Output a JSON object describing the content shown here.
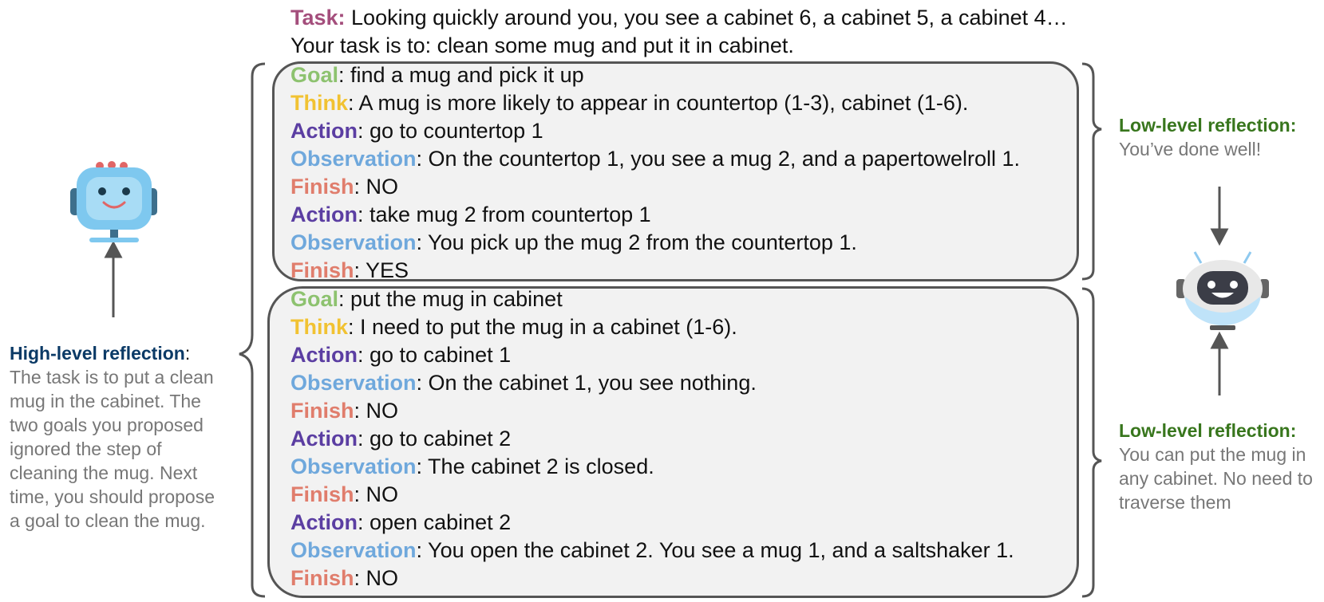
{
  "task": {
    "label": "Task:",
    "text": " Looking quickly around you, you see a cabinet 6, a cabinet 5, a cabinet 4… Your task is to: clean some mug and put it in cabinet."
  },
  "goal1": [
    {
      "key": "Goal",
      "text": ": find a mug and pick it up",
      "color": "#8dc26f"
    },
    {
      "key": "Think",
      "text": ": A mug is more likely to appear in countertop (1-3), cabinet (1-6).",
      "color": "#f1c232"
    },
    {
      "key": "Action",
      "text": ": go to countertop 1",
      "color": "#5b3ea2"
    },
    {
      "key": "Observation",
      "text": ": On the countertop 1, you see a mug 2, and a papertowelroll 1.",
      "color": "#6fa8dc"
    },
    {
      "key": "Finish",
      "text": ": NO",
      "color": "#e07d6c"
    },
    {
      "key": "Action",
      "text": ": take mug 2 from countertop 1",
      "color": "#5b3ea2"
    },
    {
      "key": "Observation",
      "text": ": You pick up the mug 2 from the countertop 1.",
      "color": "#6fa8dc"
    },
    {
      "key": "Finish",
      "text": ": YES",
      "color": "#e07d6c"
    }
  ],
  "goal2": [
    {
      "key": "Goal",
      "text": ": put the mug in cabinet",
      "color": "#8dc26f"
    },
    {
      "key": "Think",
      "text": ": I need to put the mug in a cabinet (1-6).",
      "color": "#f1c232"
    },
    {
      "key": "Action",
      "text": ": go to cabinet 1",
      "color": "#5b3ea2"
    },
    {
      "key": "Observation",
      "text": ": On the cabinet 1, you see nothing.",
      "color": "#6fa8dc"
    },
    {
      "key": "Finish",
      "text": ": NO",
      "color": "#e07d6c"
    },
    {
      "key": "Action",
      "text": ": go to cabinet 2",
      "color": "#5b3ea2"
    },
    {
      "key": "Observation",
      "text": ": The cabinet 2 is closed.",
      "color": "#6fa8dc"
    },
    {
      "key": "Finish",
      "text": ": NO",
      "color": "#e07d6c"
    },
    {
      "key": "Action",
      "text": ": open cabinet 2",
      "color": "#5b3ea2"
    },
    {
      "key": "Observation",
      "text": ": You open the cabinet 2. You see a mug 1, and a saltshaker 1.",
      "color": "#6fa8dc"
    },
    {
      "key": "Finish",
      "text": ": NO",
      "color": "#e07d6c"
    }
  ],
  "high_level": {
    "title": "High-level reflection",
    "colon": ":",
    "text": "The task is to put a clean mug in the cabinet. The two goals you proposed ignored the step of cleaning the mug. Next time, you should propose a goal to clean the mug."
  },
  "low_level_1": {
    "title": "Low-level reflection:",
    "text": "You’ve done well!"
  },
  "low_level_2": {
    "title": "Low-level reflection:",
    "text": "You can put the mug in any cabinet. No need to traverse them"
  },
  "icons": {
    "left_robot": "cute-robot-icon",
    "right_robot": "round-robot-icon"
  }
}
